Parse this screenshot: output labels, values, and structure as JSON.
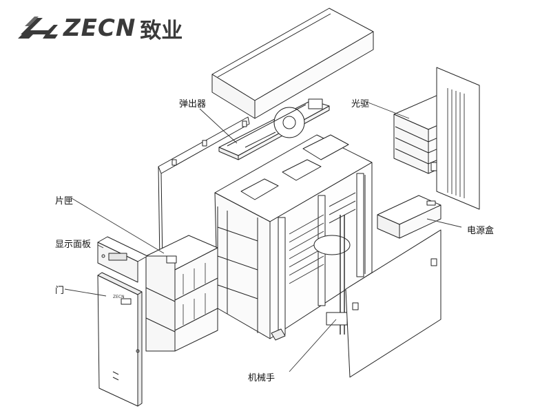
{
  "brand": {
    "latin": "ZECN",
    "chinese": "致业"
  },
  "labels": {
    "ejector": "弹出器",
    "drive": "光驱",
    "magazine": "片匣",
    "display": "显示面板",
    "door": "门",
    "psu": "电源盒",
    "robot": "机械手"
  },
  "door_badge": "ZECN"
}
